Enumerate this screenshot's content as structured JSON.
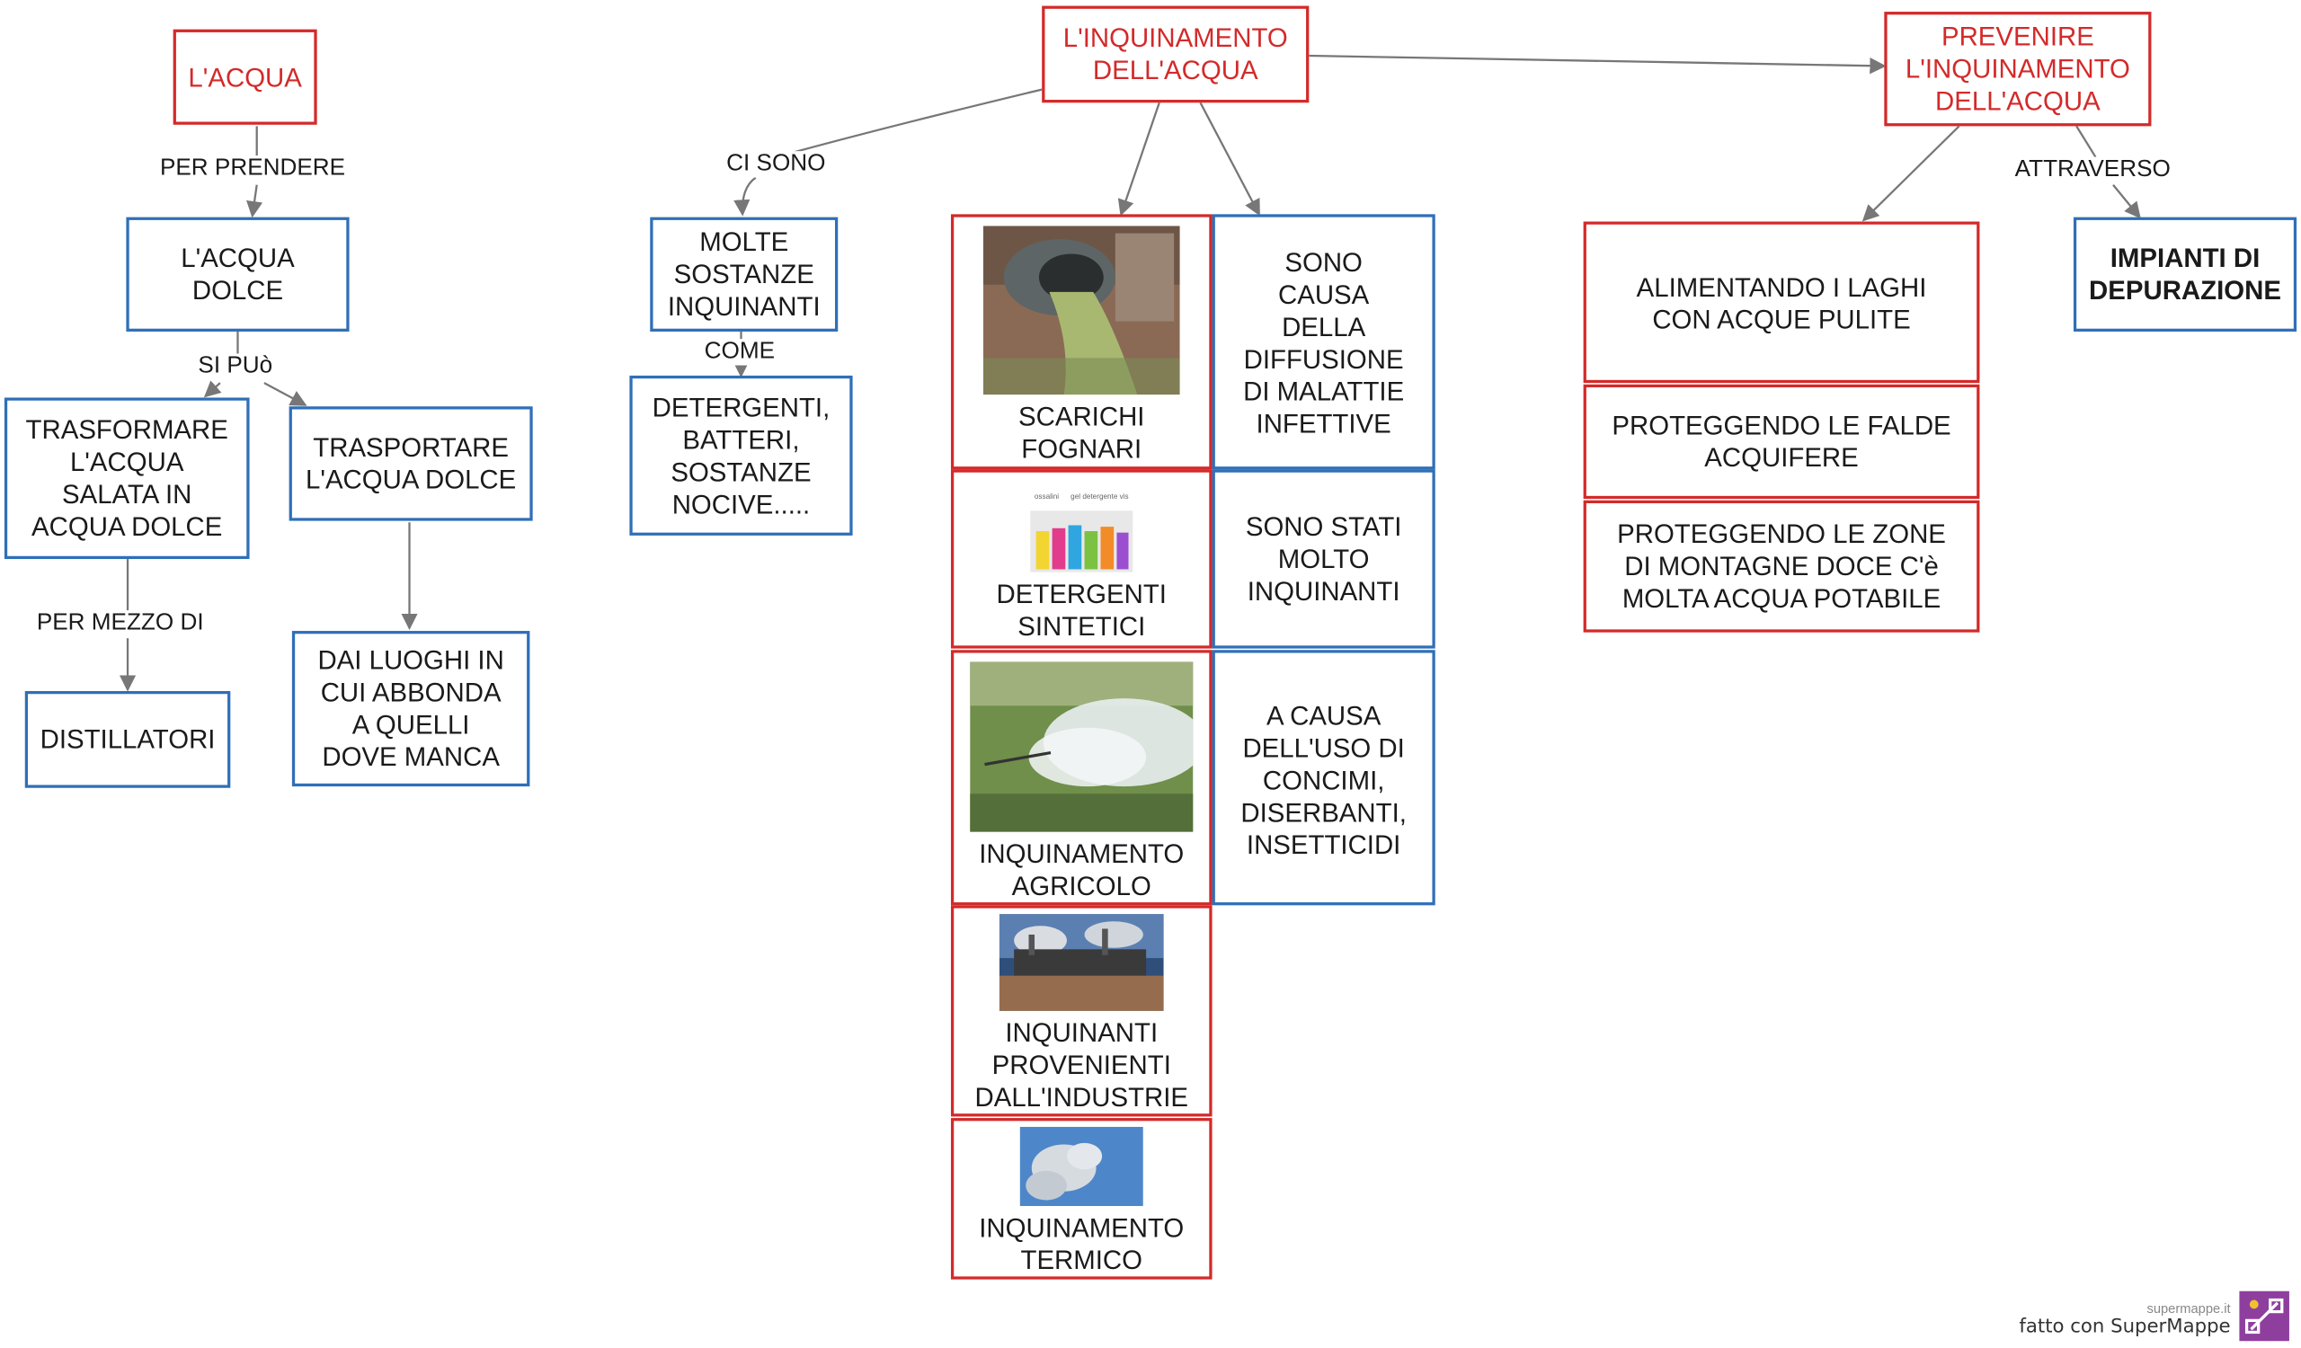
{
  "nodes": {
    "acqua": "L'ACQUA",
    "inquinamento": "L'INQUINAMENTO\nDELL'ACQUA",
    "prevenire": "PREVENIRE\nL'INQUINAMENTO\nDELL'ACQUA",
    "acqua_dolce": "L'ACQUA\nDOLCE",
    "trasformare": "TRASFORMARE\nL'ACQUA\nSALATA IN\nACQUA DOLCE",
    "trasportare": "TRASPORTARE\nL'ACQUA DOLCE",
    "distillatori": "DISTILLATORI",
    "dai_luoghi": "DAI LUOGHI IN\nCUI ABBONDA\nA QUELLI\nDOVE MANCA",
    "molte_sostanze": "MOLTE\nSOSTANZE\nINQUINANTI",
    "detergenti_batteri": "DETERGENTI,\nBATTERI,\nSOSTANZE\nNOCIVE.....",
    "scarichi": "SCARICHI\nFOGNARI",
    "detergenti_sintetici": "DETERGENTI\nSINTETICI",
    "agricolo": "INQUINAMENTO\nAGRICOLO",
    "industrie": "INQUINANTI\nPROVENIENTI\nDALL'INDUSTRIE",
    "termico": "INQUINAMENTO\nTERMICO",
    "causa_malattie": "SONO\nCAUSA\nDELLA\nDIFFUSIONE\nDI MALATTIE\nINFETTIVE",
    "molto_inquinanti": "SONO STATI\nMOLTO\nINQUINANTI",
    "a_causa": "A CAUSA\nDELL'USO DI\nCONCIMI,\nDISERBANTI,\nINSETTICIDI",
    "alimentando": "ALIMENTANDO I LAGHI\nCON ACQUE PULITE",
    "falde": "PROTEGGENDO LE FALDE\nACQUIFERE",
    "montagne": "PROTEGGENDO LE ZONE\nDI MONTAGNE DOCE C'è\nMOLTA ACQUA POTABILE",
    "impianti": "IMPIANTI  DI\nDEPURAZIONE"
  },
  "connectors": {
    "per_prendere": "PER PRENDERE",
    "si_puo": "SI PUò",
    "per_mezzo_di": "PER MEZZO DI",
    "ci_sono": "CI SONO",
    "come": "COME",
    "attraverso": "ATTRAVERSO"
  },
  "image_labels": {
    "det_left": "ossalini",
    "det_right": "gel detergente vis"
  },
  "branding": {
    "site": "supermappe.it",
    "made_with": "fatto con SuperMappe"
  },
  "colors": {
    "red_border": "#d32a2a",
    "blue_border": "#2f6fb8",
    "logo": "#8e3f9e"
  }
}
